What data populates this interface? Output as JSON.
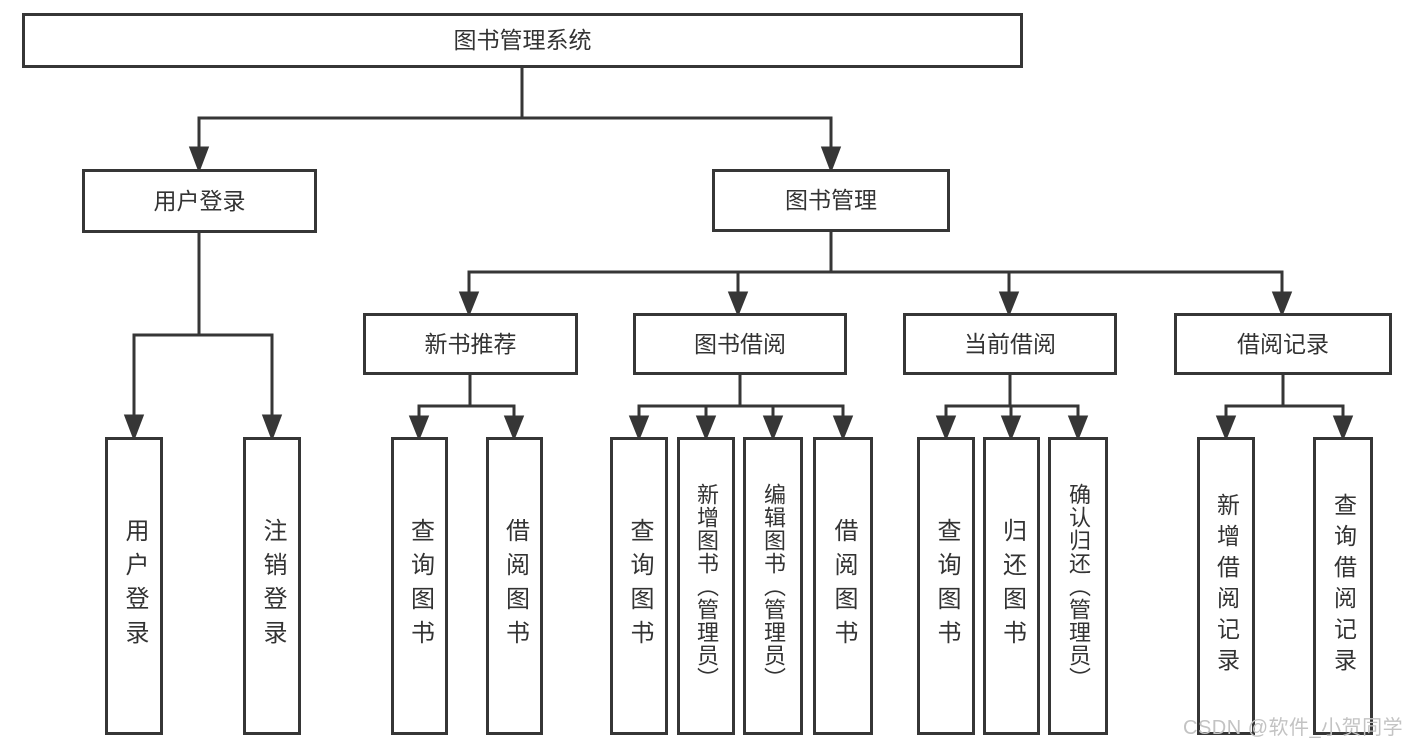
{
  "diagram": {
    "root": {
      "label": "图书管理系统"
    },
    "branches": [
      {
        "label": "用户登录",
        "children": [
          {
            "label": "用户登录"
          },
          {
            "label": "注销登录"
          }
        ]
      },
      {
        "label": "图书管理",
        "children": [
          {
            "label": "新书推荐",
            "children": [
              {
                "label": "查询图书"
              },
              {
                "label": "借阅图书"
              }
            ]
          },
          {
            "label": "图书借阅",
            "children": [
              {
                "label": "查询图书"
              },
              {
                "label": "新增图书（管理员）"
              },
              {
                "label": "编辑图书（管理员）"
              },
              {
                "label": "借阅图书"
              }
            ]
          },
          {
            "label": "当前借阅",
            "children": [
              {
                "label": "查询图书"
              },
              {
                "label": "归还图书"
              },
              {
                "label": "确认归还（管理员）"
              }
            ]
          },
          {
            "label": "借阅记录",
            "children": [
              {
                "label": "新增借阅记录"
              },
              {
                "label": "查询借阅记录"
              }
            ]
          }
        ]
      }
    ]
  },
  "watermark": {
    "text": "CSDN @软件_小贺同学"
  },
  "colors": {
    "line": "#363636",
    "text": "#333333",
    "box_background": "#ffffff",
    "watermark": "#c3c3c3",
    "background": "#ffffff"
  }
}
